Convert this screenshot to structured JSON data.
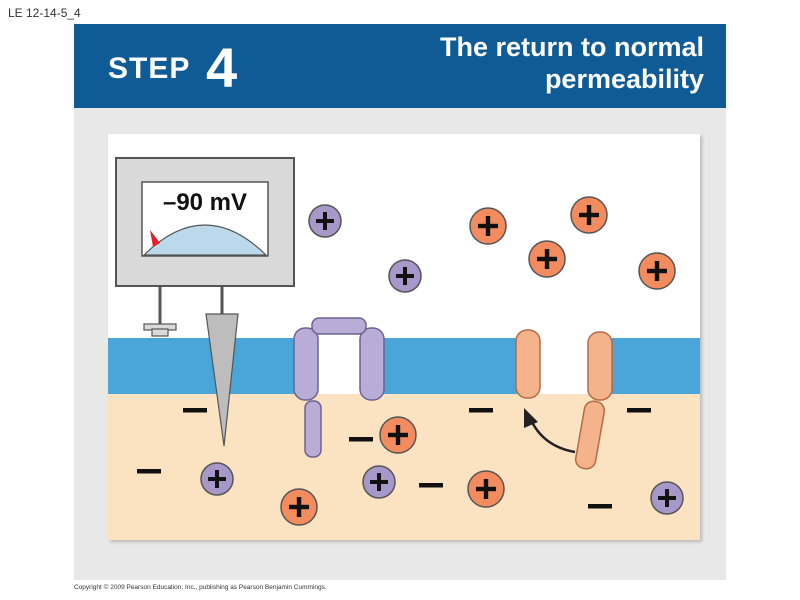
{
  "figure_label": "LE 12-14-5_4",
  "header": {
    "step_word": "STEP",
    "step_number": "4",
    "title_line1": "The return to normal",
    "title_line2": "permeability"
  },
  "meter": {
    "reading": "–90 mV"
  },
  "copyright": "Copyright © 2009 Pearson Education, Inc., publishing as Pearson Benjamin Cummings.",
  "colors": {
    "banner": "#0f5b96",
    "membrane": "#4aa6d9",
    "cytoplasm": "#fbe3c2",
    "extracellular": "#ffffff",
    "potassium_ion": "#f28c5f",
    "sodium_ion": "#a897c9",
    "potassium_channel": "#f5b38c",
    "sodium_channel": "#b9acd6"
  }
}
